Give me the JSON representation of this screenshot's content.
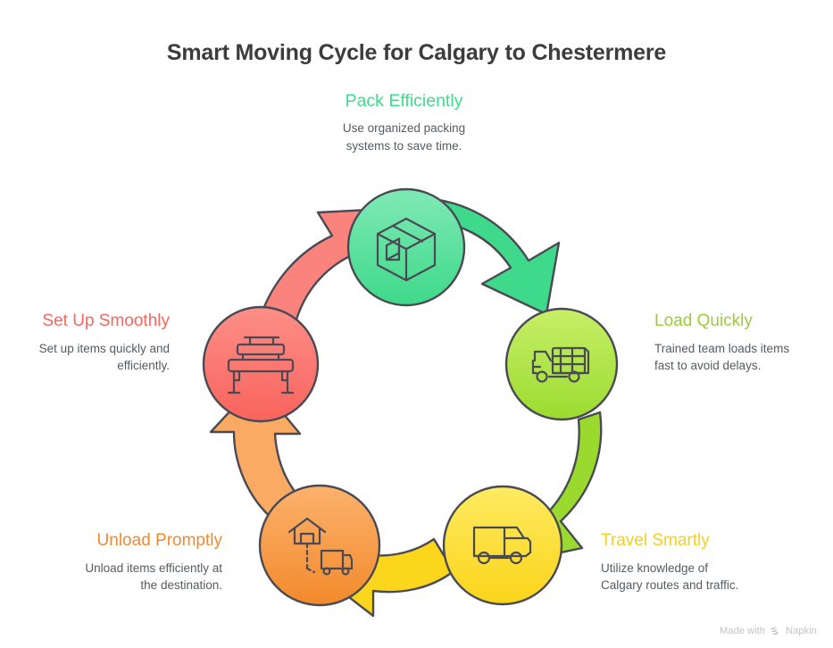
{
  "title": "Smart Moving Cycle for Calgary to Chestermere",
  "watermark": {
    "text": "Made with",
    "brand": "Napkin",
    "logo_icon": "napkin-logo-icon"
  },
  "nodes": [
    {
      "id": "pack",
      "heading": "Pack Efficiently",
      "description": "Use organized packing\nsystems to save time.",
      "desc_line1": "Use organized packing",
      "desc_line2": "systems to save time.",
      "icon": "package-box-icon",
      "color": "#3ddc8a",
      "fill_top": "#7fe9b4",
      "fill_bottom": "#3ed98a",
      "position": "top"
    },
    {
      "id": "load",
      "heading": "Load Quickly",
      "description": "Trained team loads items\nfast to avoid delays.",
      "desc_line1": "Trained team loads items",
      "desc_line2": "fast to avoid delays.",
      "icon": "cargo-truck-icon",
      "color": "#9ccb3b",
      "fill_top": "#c5ee63",
      "fill_bottom": "#9ada2f",
      "position": "right"
    },
    {
      "id": "travel",
      "heading": "Travel Smartly",
      "description": "Utilize knowledge of\nCalgary routes and traffic.",
      "desc_line1": "Utilize knowledge of",
      "desc_line2": "Calgary routes and traffic.",
      "icon": "moving-van-icon",
      "color": "#f5d021",
      "fill_top": "#ffe95e",
      "fill_bottom": "#fcd61c",
      "position": "bottom-right"
    },
    {
      "id": "unload",
      "heading": "Unload Promptly",
      "description": "Unload items efficiently at\nthe destination.",
      "desc_line1": "Unload items efficiently at",
      "desc_line2": "the destination.",
      "icon": "warehouse-delivery-icon",
      "color": "#f08a32",
      "fill_top": "#fbb06a",
      "fill_bottom": "#f38c2e",
      "position": "bottom-left"
    },
    {
      "id": "setup",
      "heading": "Set Up Smoothly",
      "description": "Set up items quickly and\nefficiently.",
      "desc_line1": "Set up items quickly and",
      "desc_line2": "efficiently.",
      "icon": "furniture-table-icon",
      "color": "#f9655f",
      "fill_top": "#fc8d86",
      "fill_bottom": "#f9645e",
      "position": "left"
    }
  ],
  "arrows": [
    {
      "id": "pack-to-load",
      "from": "pack",
      "to": "load",
      "color": "#3ed98a"
    },
    {
      "id": "load-to-travel",
      "from": "load",
      "to": "travel",
      "color": "#9ada2f"
    },
    {
      "id": "travel-to-unload",
      "from": "travel",
      "to": "unload",
      "color": "#fcd61c"
    },
    {
      "id": "unload-to-setup",
      "from": "unload",
      "to": "setup",
      "color": "#fbaa63"
    },
    {
      "id": "setup-to-pack",
      "from": "setup",
      "to": "pack",
      "color": "#fa837e"
    }
  ],
  "stroke_color": "#4a4a55"
}
